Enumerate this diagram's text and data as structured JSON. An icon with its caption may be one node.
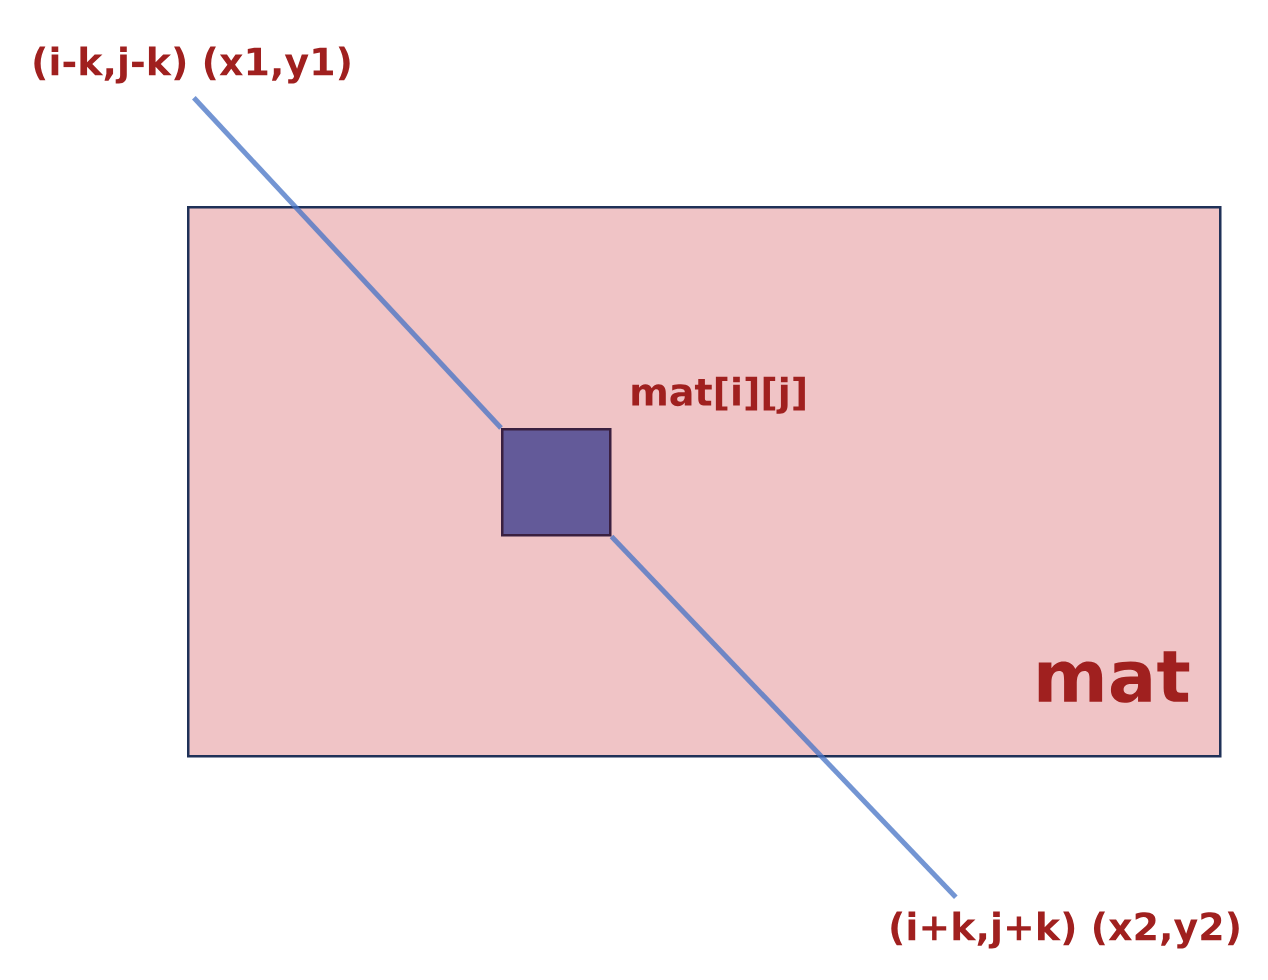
{
  "diagram": {
    "nodes": [
      {
        "text": [
          "mat"
        ]
      },
      {
        "text": [],
        "shape": "box",
        "in": 0,
        "beside": [
          "mat[i][j]"
        ]
      },
      {
        "text": [
          "(i-k,j-k)  (x1,y1)"
        ]
      },
      {
        "text": [
          "(i+k,j+k)  (x2,y2)"
        ]
      }
    ],
    "edges": [
      {
        "from": 2,
        "to": 1,
        "arrow": "none"
      },
      {
        "from": 1,
        "to": 3,
        "arrow": "none"
      }
    ]
  }
}
